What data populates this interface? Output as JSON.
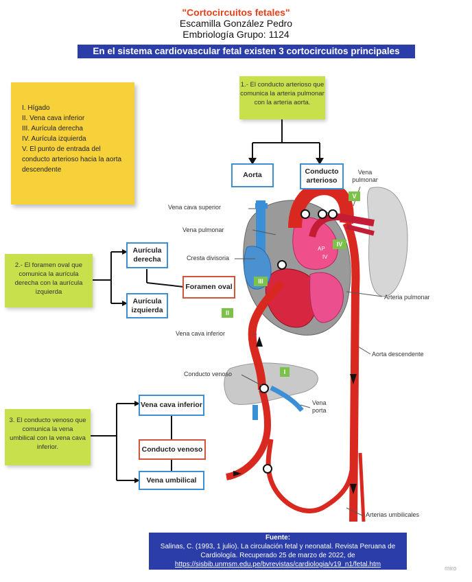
{
  "header": {
    "title": "\"Cortocircuitos fetales\"",
    "author": "Escamilla González Pedro",
    "course": "Embriología    Grupo: 1124",
    "banner": "En el sistema cardiovascular fetal existen 3 cortocircuitos principales"
  },
  "legend": {
    "items": [
      "I. Hígado",
      "II. Vena cava inferior",
      "III. Aurícula derecha",
      "IV. Aurícula izquierda",
      "V. El punto de entrada del conducto arterioso hacia la aorta descendente"
    ]
  },
  "notes": {
    "note1": "1.- El conducto arterioso que comunica la arteria pulmonar con la arteria aorta.",
    "note2": "2.- El foramen oval que comunica la aurícula derecha con la aurícula izquierda",
    "note3": "3.  El conducto venoso que comunica la vena umbilical con la vena cava inferior."
  },
  "boxes": {
    "aorta": "Aorta",
    "conducto_arterioso": "Conducto arterioso",
    "auricula_derecha": "Aurícula derecha",
    "auricula_izquierda": "Aurícula izquierda",
    "foramen_oval": "Foramen oval",
    "vena_cava_inferior": "Vena cava inferior",
    "conducto_venoso": "Conducto venoso",
    "vena_umbilical": "Vena umbilical"
  },
  "labels": {
    "vena_pulmonar_top": "Vena pulmonar",
    "vena_cava_superior": "Vena cava superior",
    "vena_pulmonar": "Vena pulmonar",
    "cresta_divisoria": "Cresta divisoria",
    "arteria_pulmonar": "Arteria pulmonar",
    "vena_cava_inferior": "Vena cava inferior",
    "aorta_descendente": "Aorta descendente",
    "conducto_venoso": "Conducto venoso",
    "vena_porta": "Vena porta",
    "arterias_umbilicales": "Arterias umbilicales",
    "heart_ap": "AP",
    "heart_iv": "IV"
  },
  "markers": {
    "i": "I",
    "ii": "II",
    "iii": "III",
    "iv": "IV",
    "v": "V"
  },
  "source": {
    "head": "Fuente:",
    "text": "Salinas, C. (1993, 1 julio). La circulación fetal y neonatal. Revista Peruana de Cardiología. Recuperado 25 de marzo de 2022, de",
    "url": "https://sisbib.unmsm.edu.pe/bvrevistas/cardiologia/v19_n1/fetal.htm"
  },
  "watermark": "miro",
  "colors": {
    "banner": "#2a3da8",
    "note": "#c8e04c",
    "legend": "#f7d13a",
    "artery": "#d9281f",
    "vein": "#3b8fd6",
    "title": "#e8401c"
  }
}
